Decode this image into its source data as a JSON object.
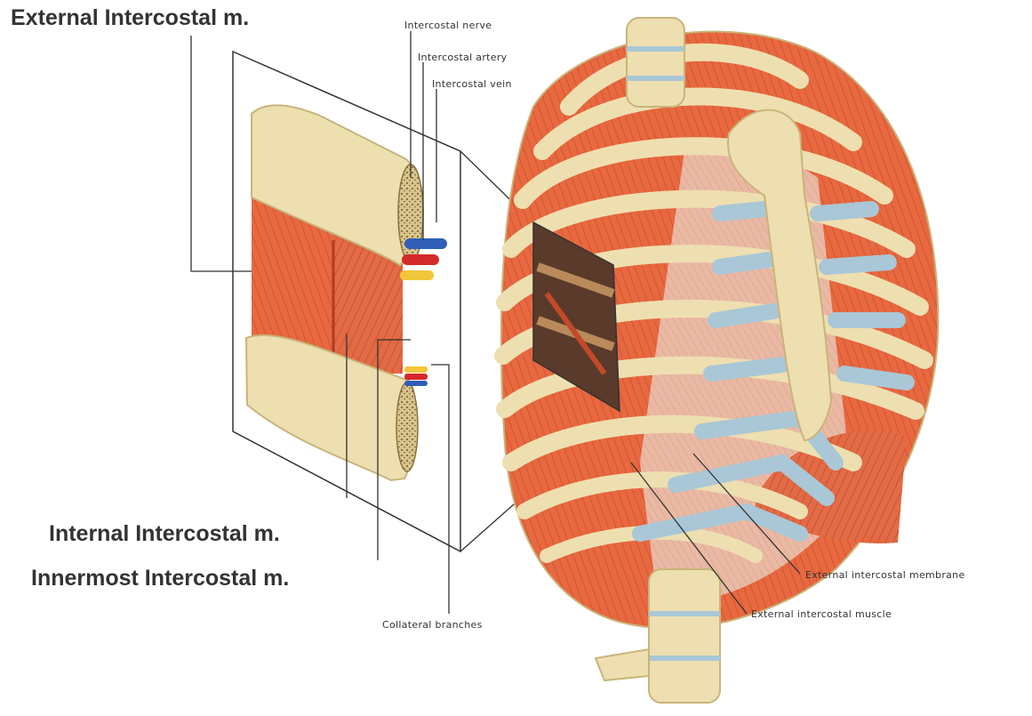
{
  "labels": {
    "external_intercostal_m": "External Intercostal m.",
    "internal_intercostal_m": "Internal Intercostal m.",
    "innermost_intercostal_m": "Innermost Intercostal  m.",
    "intercostal_nerve": "Intercostal nerve",
    "intercostal_artery": "Intercostal artery",
    "intercostal_vein": "Intercostal vein",
    "collateral_branches": "Collateral branches",
    "external_intercostal_membrane": "External intercostal membrane",
    "external_intercostal_muscle": "External intercostal muscle"
  },
  "colors": {
    "bone": "#eedfb0",
    "bone_shadow": "#c9b47a",
    "muscle": "#e8683f",
    "muscle_dark": "#c4492a",
    "cartilage": "#a9c7d6",
    "membrane": "#e8b8a4",
    "nerve": "#f2c63a",
    "artery": "#d42a2a",
    "vein": "#2f5fb8",
    "leader_line": "#333333"
  }
}
